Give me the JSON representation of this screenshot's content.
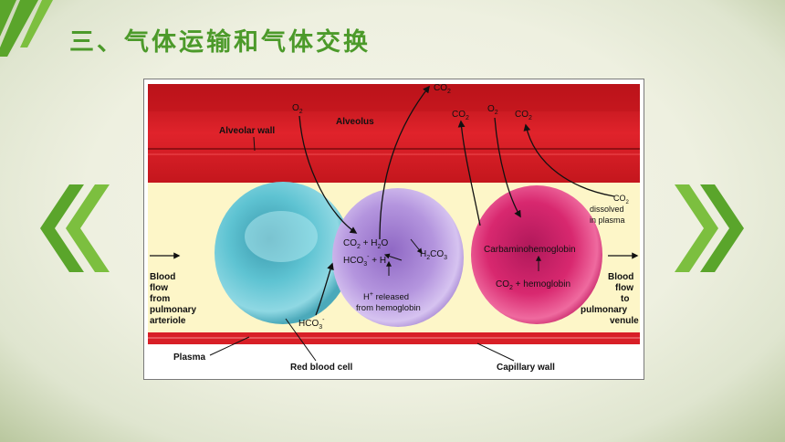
{
  "slide": {
    "title": "三、气体运输和气体交换"
  },
  "nav": {
    "prev_icon": "double-chevron-left-icon",
    "next_icon": "double-chevron-right-icon"
  },
  "colors": {
    "title": "#4c9a2a",
    "accent_green": "#5aa52b",
    "vessel_red": "#c8161d",
    "plasma": "#fdf6c8"
  },
  "diagram": {
    "alveolar_wall": "Alveolar wall",
    "alveolus": "Alveolus",
    "plasma": "Plasma",
    "red_blood_cell": "Red blood cell",
    "capillary_wall": "Capillary wall",
    "blood_in": [
      "Blood",
      "flow",
      "from",
      "pulmonary",
      "arteriole"
    ],
    "blood_out": [
      "Blood",
      "flow",
      "to",
      "pulmonary",
      "venule"
    ],
    "gases": {
      "o2": "O",
      "co2": "CO",
      "sub2": "2",
      "co2_dissolved": [
        "dissolved",
        "in plasma"
      ]
    },
    "reaction": {
      "co2_h2o": "CO",
      "plus_h2o": " + H",
      "o": "O",
      "h2co3": "H",
      "co3": "CO",
      "hco3": "HCO",
      "plus_h": " + H",
      "h_released": [
        "H",
        " released",
        "from hemoglobin"
      ]
    },
    "carbamino": "Carbaminohemoglobin",
    "co2_hemoglobin": " + hemoglobin"
  }
}
